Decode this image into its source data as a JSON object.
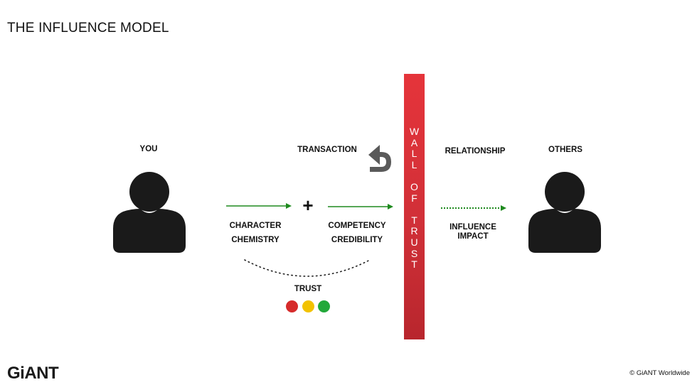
{
  "title": "THE INFLUENCE MODEL",
  "you_label": "YOU",
  "others_label": "OTHERS",
  "transaction_label": "TRANSACTION",
  "relationship_label": "RELATIONSHIP",
  "plus_sign": "+",
  "left_terms": [
    "CHARACTER",
    "CHEMISTRY"
  ],
  "mid_terms": [
    "COMPETENCY",
    "CREDIBILITY"
  ],
  "right_terms": [
    "INFLUENCE",
    "IMPACT"
  ],
  "trust_label": "TRUST",
  "wall_letters": [
    "W",
    "A",
    "L",
    "L",
    "",
    "O",
    "F",
    "",
    "T",
    "R",
    "U",
    "S",
    "T"
  ],
  "logo_text": "GiANT",
  "copyright": "© GiANT Worldwide",
  "colors": {
    "wall": "#d13038",
    "arrow_green": "#1e8a1e",
    "trust_red": "#d62b2b",
    "trust_yellow": "#f2c200",
    "trust_green": "#22a83a",
    "icon": "#1a1a1a",
    "return_arrow": "#5a5a5a"
  },
  "icons": [
    "person-icon",
    "person-icon",
    "return-arrow-icon"
  ]
}
